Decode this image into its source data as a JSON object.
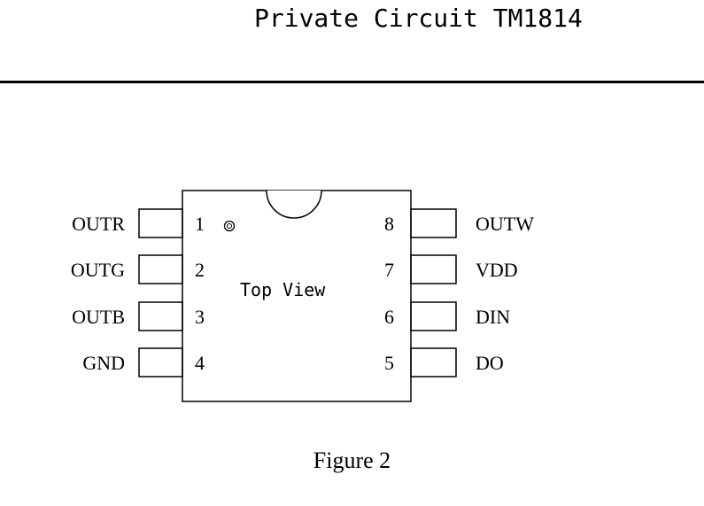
{
  "header": {
    "title": "Private Circuit TM1814"
  },
  "package": {
    "view_label": "Top View",
    "left_pins": [
      {
        "number": "1",
        "name": "OUTR"
      },
      {
        "number": "2",
        "name": "OUTG"
      },
      {
        "number": "3",
        "name": "OUTB"
      },
      {
        "number": "4",
        "name": "GND"
      }
    ],
    "right_pins": [
      {
        "number": "8",
        "name": "OUTW"
      },
      {
        "number": "7",
        "name": "VDD"
      },
      {
        "number": "6",
        "name": "DIN"
      },
      {
        "number": "5",
        "name": "DO"
      }
    ]
  },
  "caption": "Figure 2"
}
